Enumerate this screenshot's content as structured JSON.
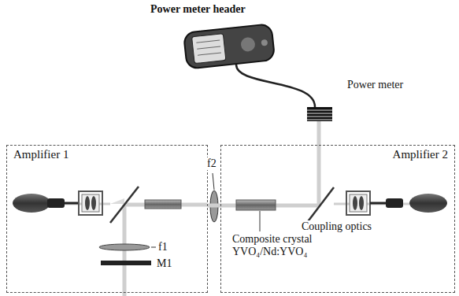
{
  "diagram": {
    "nodes": [
      {
        "text": [
          "Amplifier 1"
        ]
      },
      {
        "text": [
          "Amplifier 2"
        ]
      }
    ],
    "edges": [
      {
        "from": 0,
        "to": 1,
        "arrow": "none"
      }
    ],
    "labels": [
      "Power meter header",
      "Power meter",
      "f2",
      "f1",
      "M1",
      "Coupling optics",
      "Composite crystal YVO₄/Nd:YVO₄"
    ]
  }
}
